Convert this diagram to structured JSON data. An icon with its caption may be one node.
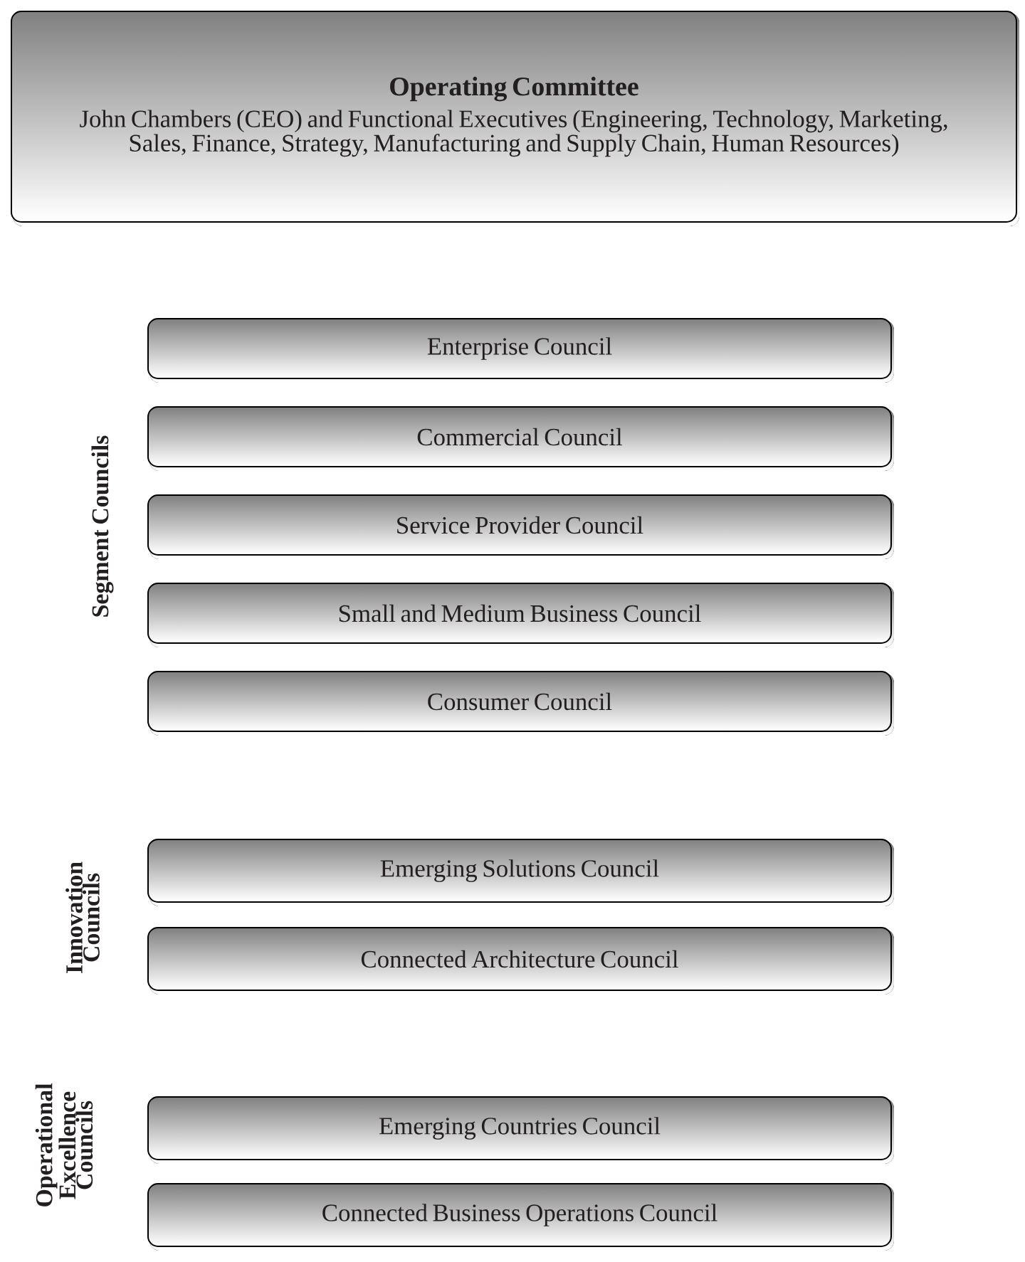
{
  "diagram": {
    "nodes": [
      {
        "text": [
          "Operating Committee",
          "John Chambers (CEO) and Functional Executives (Engineering, Technology, Marketing, Sales, Finance, Strategy, Manufacturing and Supply Chain, Human Resources)"
        ]
      },
      {
        "text": [
          "Enterprise Council"
        ]
      },
      {
        "text": [
          "Commercial Council"
        ]
      },
      {
        "text": [
          "Service Provider Council"
        ]
      },
      {
        "text": [
          "Small and Medium Business Council"
        ]
      },
      {
        "text": [
          "Consumer Council"
        ]
      },
      {
        "text": [
          "Emerging Solutions Council"
        ]
      },
      {
        "text": [
          "Connected Architecture Council"
        ]
      },
      {
        "text": [
          "Emerging Countries Council"
        ]
      },
      {
        "text": [
          "Connected Business Operations Council"
        ]
      }
    ],
    "labels": [
      "Segment Councils",
      "Innovation Councils",
      "Operational Excellence Councils"
    ]
  }
}
